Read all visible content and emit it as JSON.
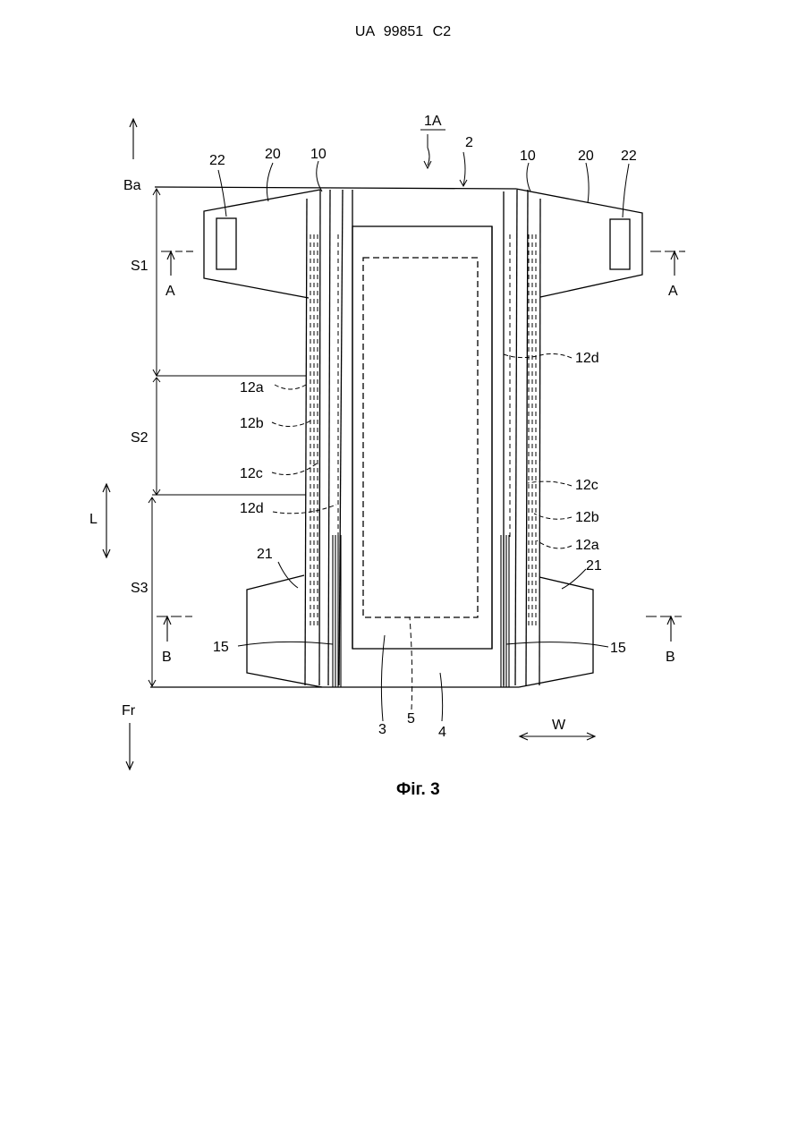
{
  "header": {
    "patent_number": "UA   99851   C2"
  },
  "figure": {
    "caption": "Фіг. 3",
    "labels": {
      "ref_1A": "1A",
      "ref_2": "2",
      "ref_3": "3",
      "ref_4": "4",
      "ref_5": "5",
      "ref_10": "10",
      "ref_12a": "12a",
      "ref_12b": "12b",
      "ref_12c": "12c",
      "ref_12d": "12d",
      "ref_15": "15",
      "ref_20": "20",
      "ref_21": "21",
      "ref_22": "22",
      "dir_back": "Ba",
      "dir_front": "Fr",
      "dir_length": "L",
      "dir_width": "W",
      "zone_s1": "S1",
      "zone_s2": "S2",
      "zone_s3": "S3",
      "section_a": "A",
      "section_b": "B"
    }
  }
}
